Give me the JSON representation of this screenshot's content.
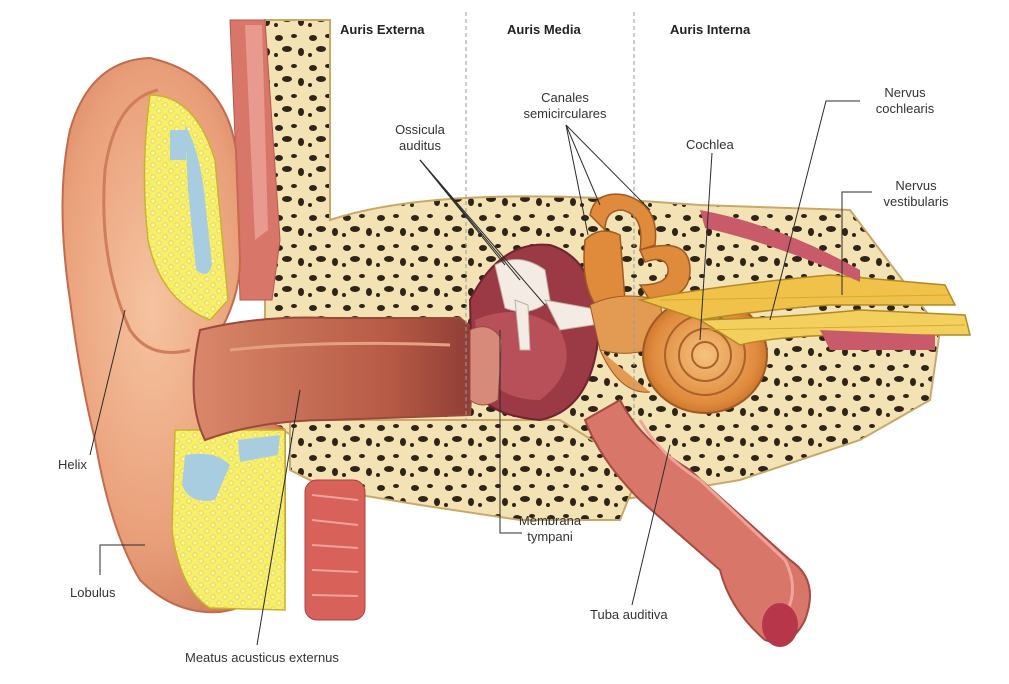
{
  "sections": {
    "externa": "Auris Externa",
    "media": "Auris Media",
    "interna": "Auris Interna"
  },
  "labels": {
    "ossicula_1": "Ossicula",
    "ossicula_2": "auditus",
    "canales_1": "Canales",
    "canales_2": "semicirculares",
    "cochlea": "Cochlea",
    "nervus_cochlearis_1": "Nervus",
    "nervus_cochlearis_2": "cochlearis",
    "nervus_vestibularis_1": "Nervus",
    "nervus_vestibularis_2": "vestibularis",
    "helix": "Helix",
    "lobulus": "Lobulus",
    "membrana_1": "Membrana",
    "membrana_2": "tympani",
    "tuba": "Tuba auditiva",
    "meatus": "Meatus acusticus externus"
  },
  "colors": {
    "skin": "#e9a07a",
    "bone": "#f3e3b4",
    "cartilage": "#f7ee6a",
    "canal": "#c66a52",
    "cochlea": "#e08a3c",
    "nerve": "#f0c24a",
    "cavity": "#9b3a44",
    "ossicles": "#f4ece4"
  }
}
